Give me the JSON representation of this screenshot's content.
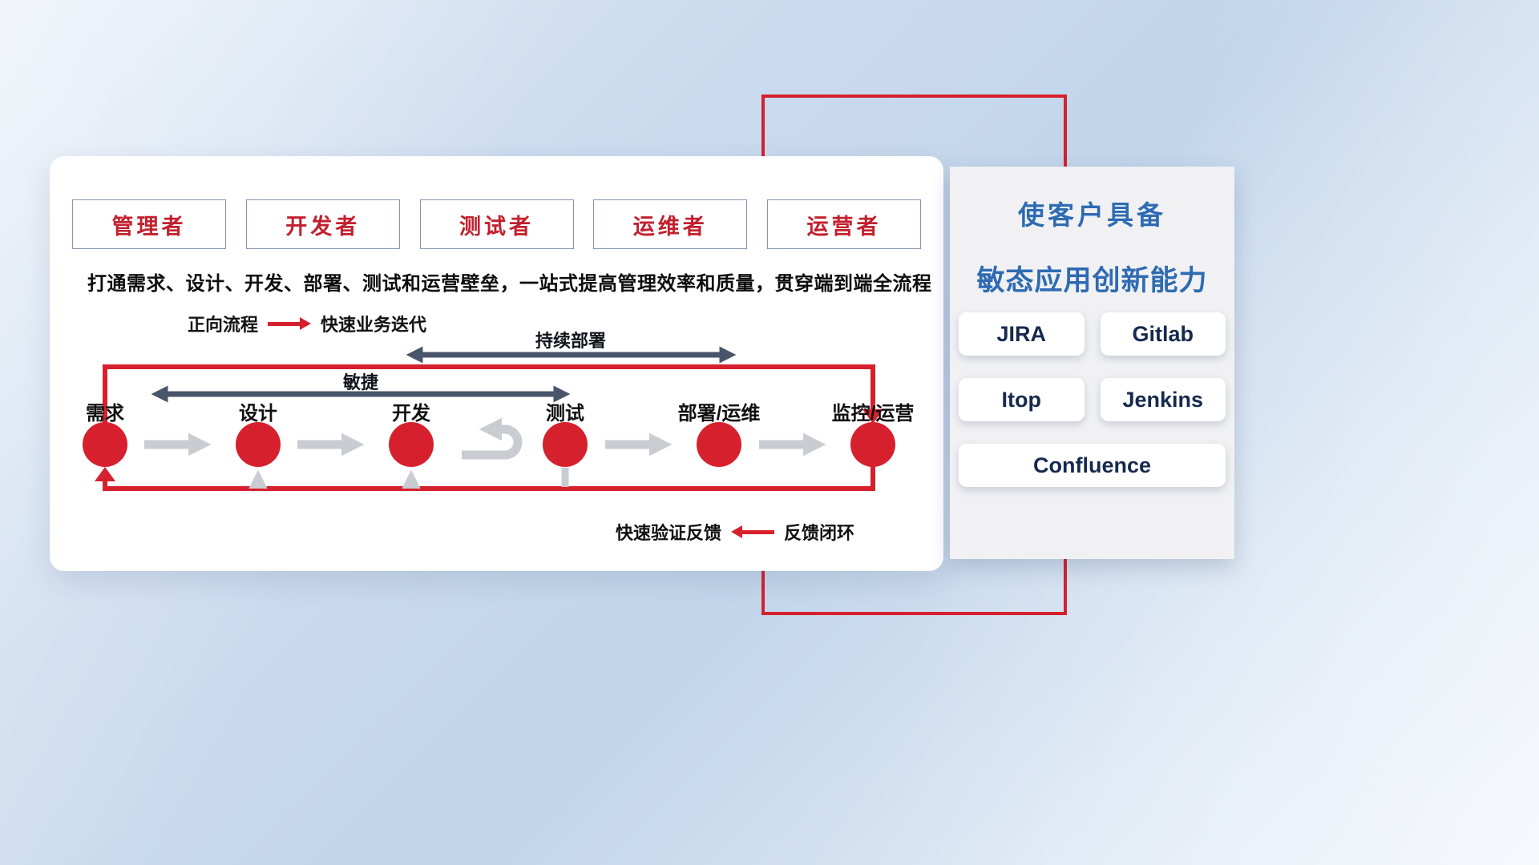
{
  "card": {
    "roles": [
      {
        "label": "管理者"
      },
      {
        "label": "开发者"
      },
      {
        "label": "测试者"
      },
      {
        "label": "运维者"
      },
      {
        "label": "运营者"
      }
    ],
    "description": "打通需求、设计、开发、部署、测试和运营壁垒，一站式提高管理效率和质量，贯穿端到端全流程",
    "forward_legend": {
      "label": "正向流程",
      "caption": "快速业务迭代"
    },
    "span_labels": {
      "continuous_deployment": "持续部署",
      "agile": "敏捷"
    },
    "stages": [
      {
        "label": "需求"
      },
      {
        "label": "设计"
      },
      {
        "label": "开发"
      },
      {
        "label": "测试"
      },
      {
        "label": "部署/运维"
      },
      {
        "label": "监控/运营"
      }
    ],
    "feedback_legend": {
      "label": "快速验证反馈",
      "caption": "反馈闭环"
    }
  },
  "panel": {
    "title_line1": "使客户具备",
    "title_line2": "敏态应用创新能力",
    "tools": [
      {
        "label": "JIRA"
      },
      {
        "label": "Gitlab"
      },
      {
        "label": "Itop"
      },
      {
        "label": "Jenkins"
      },
      {
        "label": "Confluence"
      }
    ]
  },
  "colors": {
    "accent_red": "#d7202d",
    "title_blue": "#2e6bb2",
    "dark_arrow": "#49556a",
    "gray_arrow": "#c9ccd1"
  }
}
